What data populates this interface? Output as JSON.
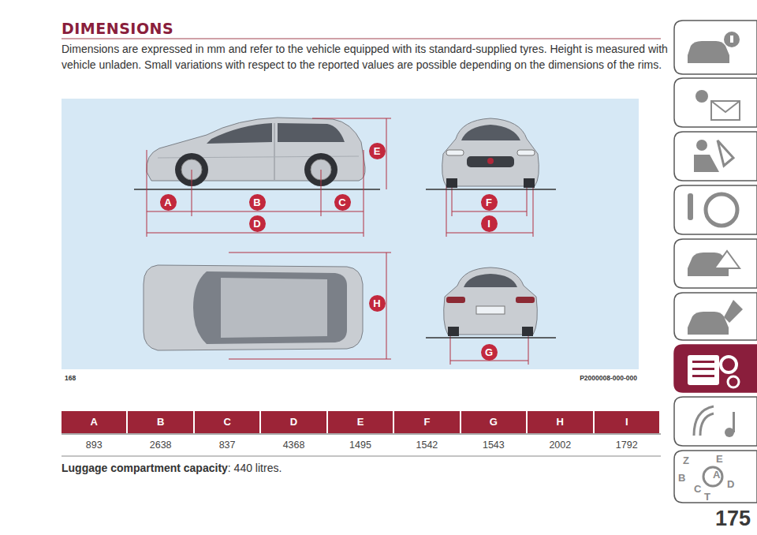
{
  "diagram": {
    "title": "DIMENSIONS",
    "labels": [
      "Dimensions are expressed in mm and refer to the vehicle equipped with its standard-supplied tyres. Height is measured with vehicle unladen. Small variations with respect to the reported values are possible depending on the dimensions of the rims.",
      "A",
      "B",
      "C",
      "D",
      "E",
      "F",
      "G",
      "H",
      "I",
      "168",
      "P2000008-000-000",
      "A",
      "B",
      "C",
      "D",
      "E",
      "F",
      "G",
      "H",
      "I",
      "893",
      "2638",
      "837",
      "4368",
      "1495",
      "1542",
      "1543",
      "2002",
      "1792",
      "Luggage compartment capacity",
      ": 440 litres.",
      "175",
      "Z",
      "E",
      "B",
      "A",
      "C",
      "T",
      "D"
    ]
  }
}
